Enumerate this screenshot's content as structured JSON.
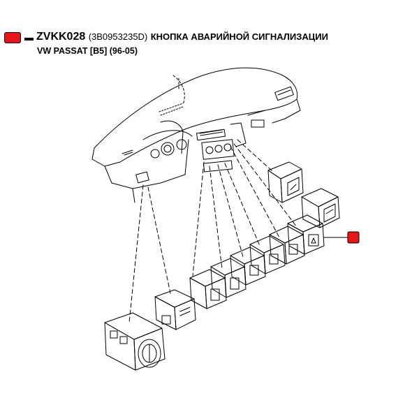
{
  "header": {
    "code": "ZVKK028",
    "part_number": "(3B0953235D)",
    "description": "КНОПКА АВАРИЙНОЙ СИГНАЛИЗАЦИИ",
    "vehicle": "VW PASSAT [B5] (96-05)"
  },
  "colors": {
    "marker": "#e8141c",
    "line": "#000000"
  }
}
